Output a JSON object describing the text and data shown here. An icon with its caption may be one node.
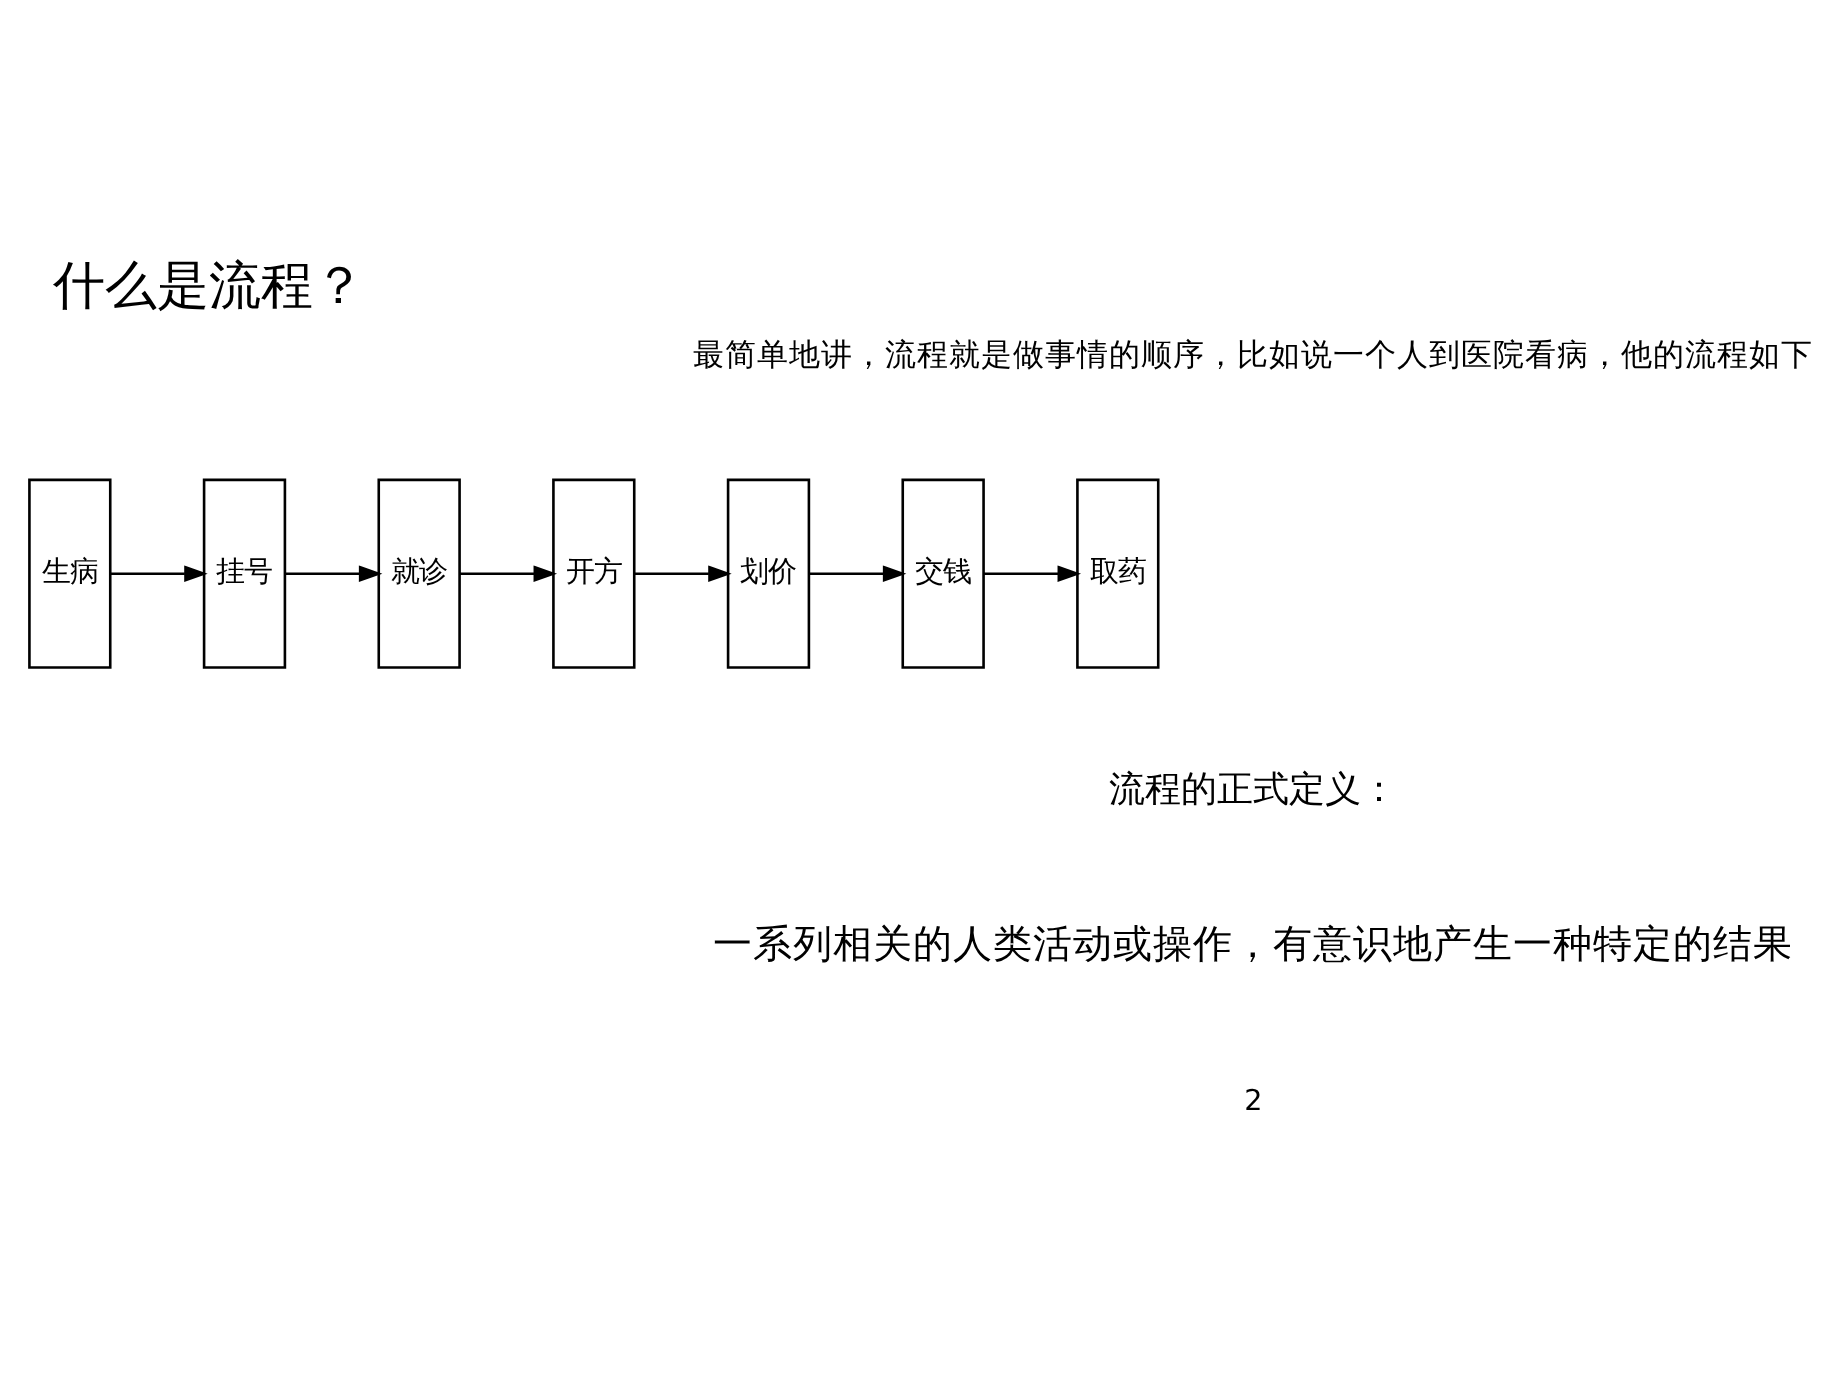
{
  "diagram": {
    "title": "什么是流程？",
    "nodes": [
      {
        "text": [
          "生病"
        ]
      },
      {
        "text": [
          "挂号"
        ]
      },
      {
        "text": [
          "就诊"
        ]
      },
      {
        "text": [
          "开方"
        ]
      },
      {
        "text": [
          "划价"
        ]
      },
      {
        "text": [
          "交钱"
        ]
      },
      {
        "text": [
          "取药"
        ]
      }
    ],
    "edges": [
      {
        "from": 0,
        "to": 1,
        "arrow": "to"
      },
      {
        "from": 1,
        "to": 2,
        "arrow": "to"
      },
      {
        "from": 2,
        "to": 3,
        "arrow": "to"
      },
      {
        "from": 3,
        "to": 4,
        "arrow": "to"
      },
      {
        "from": 4,
        "to": 5,
        "arrow": "to"
      },
      {
        "from": 5,
        "to": 6,
        "arrow": "to"
      }
    ],
    "labels": [
      "最简单地讲，流程就是做事情的顺序，比如说一个人到医院看病，他的流程如下",
      "流程的正式定义：",
      "一系列相关的人类活动或操作，有意识地产生一种特定的结果",
      "2"
    ]
  }
}
